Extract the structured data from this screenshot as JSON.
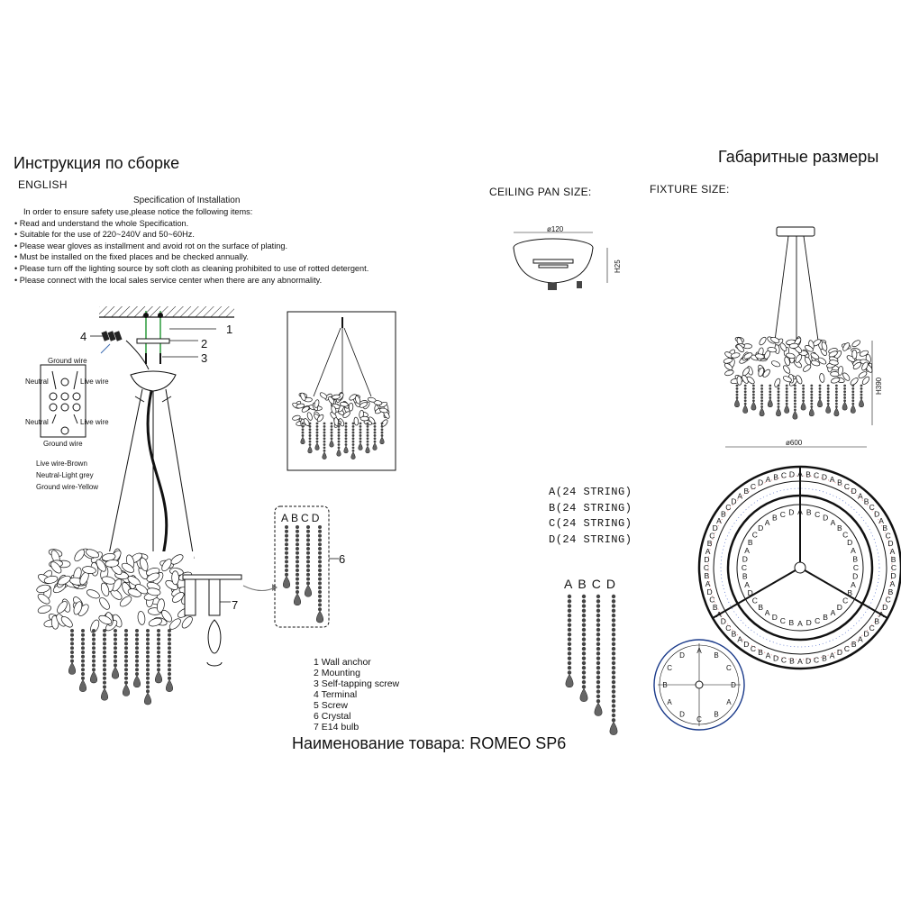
{
  "header": {
    "left_title": "Инструкция по сборке",
    "right_title": "Габаритные размеры",
    "lang": "ENGLISH"
  },
  "spec": {
    "title": "Specification of Installation",
    "lines": [
      "In order to ensure safety use,please notice the following items:",
      "• Read and understand the whole Specification.",
      "• Suitable for the use of 220~240V and 50~60Hz.",
      "• Please wear gloves as installment and avoid rot on the surface of plating.",
      "• Must be installed on the fixed places and be checked annually.",
      "• Please turn off the lighting source by soft cloth as cleaning prohibited to use of rotted detergent.",
      "• Please connect with the local sales service center when there are any abnormality."
    ]
  },
  "wiring": {
    "ground_top": "Ground wire",
    "neutral_top": "Neutral",
    "live_top": "Live wire",
    "neutral_bottom": "Neutral",
    "live_bottom": "Live wire",
    "ground_bottom": "Ground wire",
    "notes": [
      "Live wire-Brown",
      "Neutral-Light grey",
      "Ground wire-Yellow"
    ]
  },
  "callouts": {
    "n1": "1",
    "n2": "2",
    "n3": "3",
    "n4": "4",
    "n6": "6",
    "n7": "7"
  },
  "strings_small": [
    "A",
    "B",
    "C",
    "D"
  ],
  "parts": [
    "1  Wall anchor",
    "2  Mounting",
    "3  Self-tapping screw",
    "4  Terminal",
    "5  Screw",
    "6  Crystal",
    "7 E14  bulb"
  ],
  "product_name": "Наименование товара: ROMEO SP6",
  "ceiling_pan": {
    "label": "CEILING PAN SIZE:",
    "diameter": "ø120",
    "height": "H25"
  },
  "fixture": {
    "label": "FIXTURE SIZE:",
    "height": "H390",
    "diameter": "ø600"
  },
  "string_counts": [
    "A(24 STRING)",
    "B(24 STRING)",
    "C(24 STRING)",
    "D(24 STRING)"
  ],
  "strings_large": [
    "A",
    "B",
    "C",
    "D"
  ]
}
